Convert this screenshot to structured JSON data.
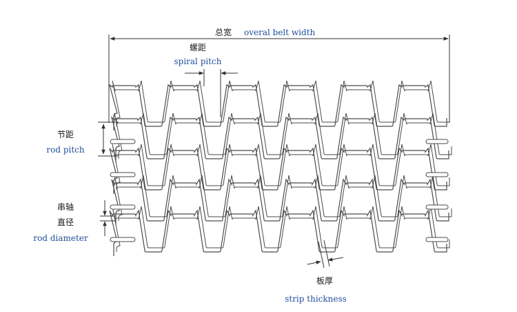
{
  "labels": {
    "overall_width_cn": "总宽",
    "overall_width_en": "overal belt width",
    "spiral_pitch_cn": "螺距",
    "spiral_pitch_en": "spiral pitch",
    "rod_pitch_cn": "节距",
    "rod_pitch_en": "rod pitch",
    "rod_diameter_cn_1": "串轴",
    "rod_diameter_cn_2": "直径",
    "rod_diameter_en": "rod diameter",
    "strip_thickness_cn": "板厚",
    "strip_thickness_en": "strip thickness"
  },
  "colors": {
    "line": "#4a4a4a",
    "english_text": "#1f4e9c",
    "chinese_text": "#1a1a1a"
  }
}
